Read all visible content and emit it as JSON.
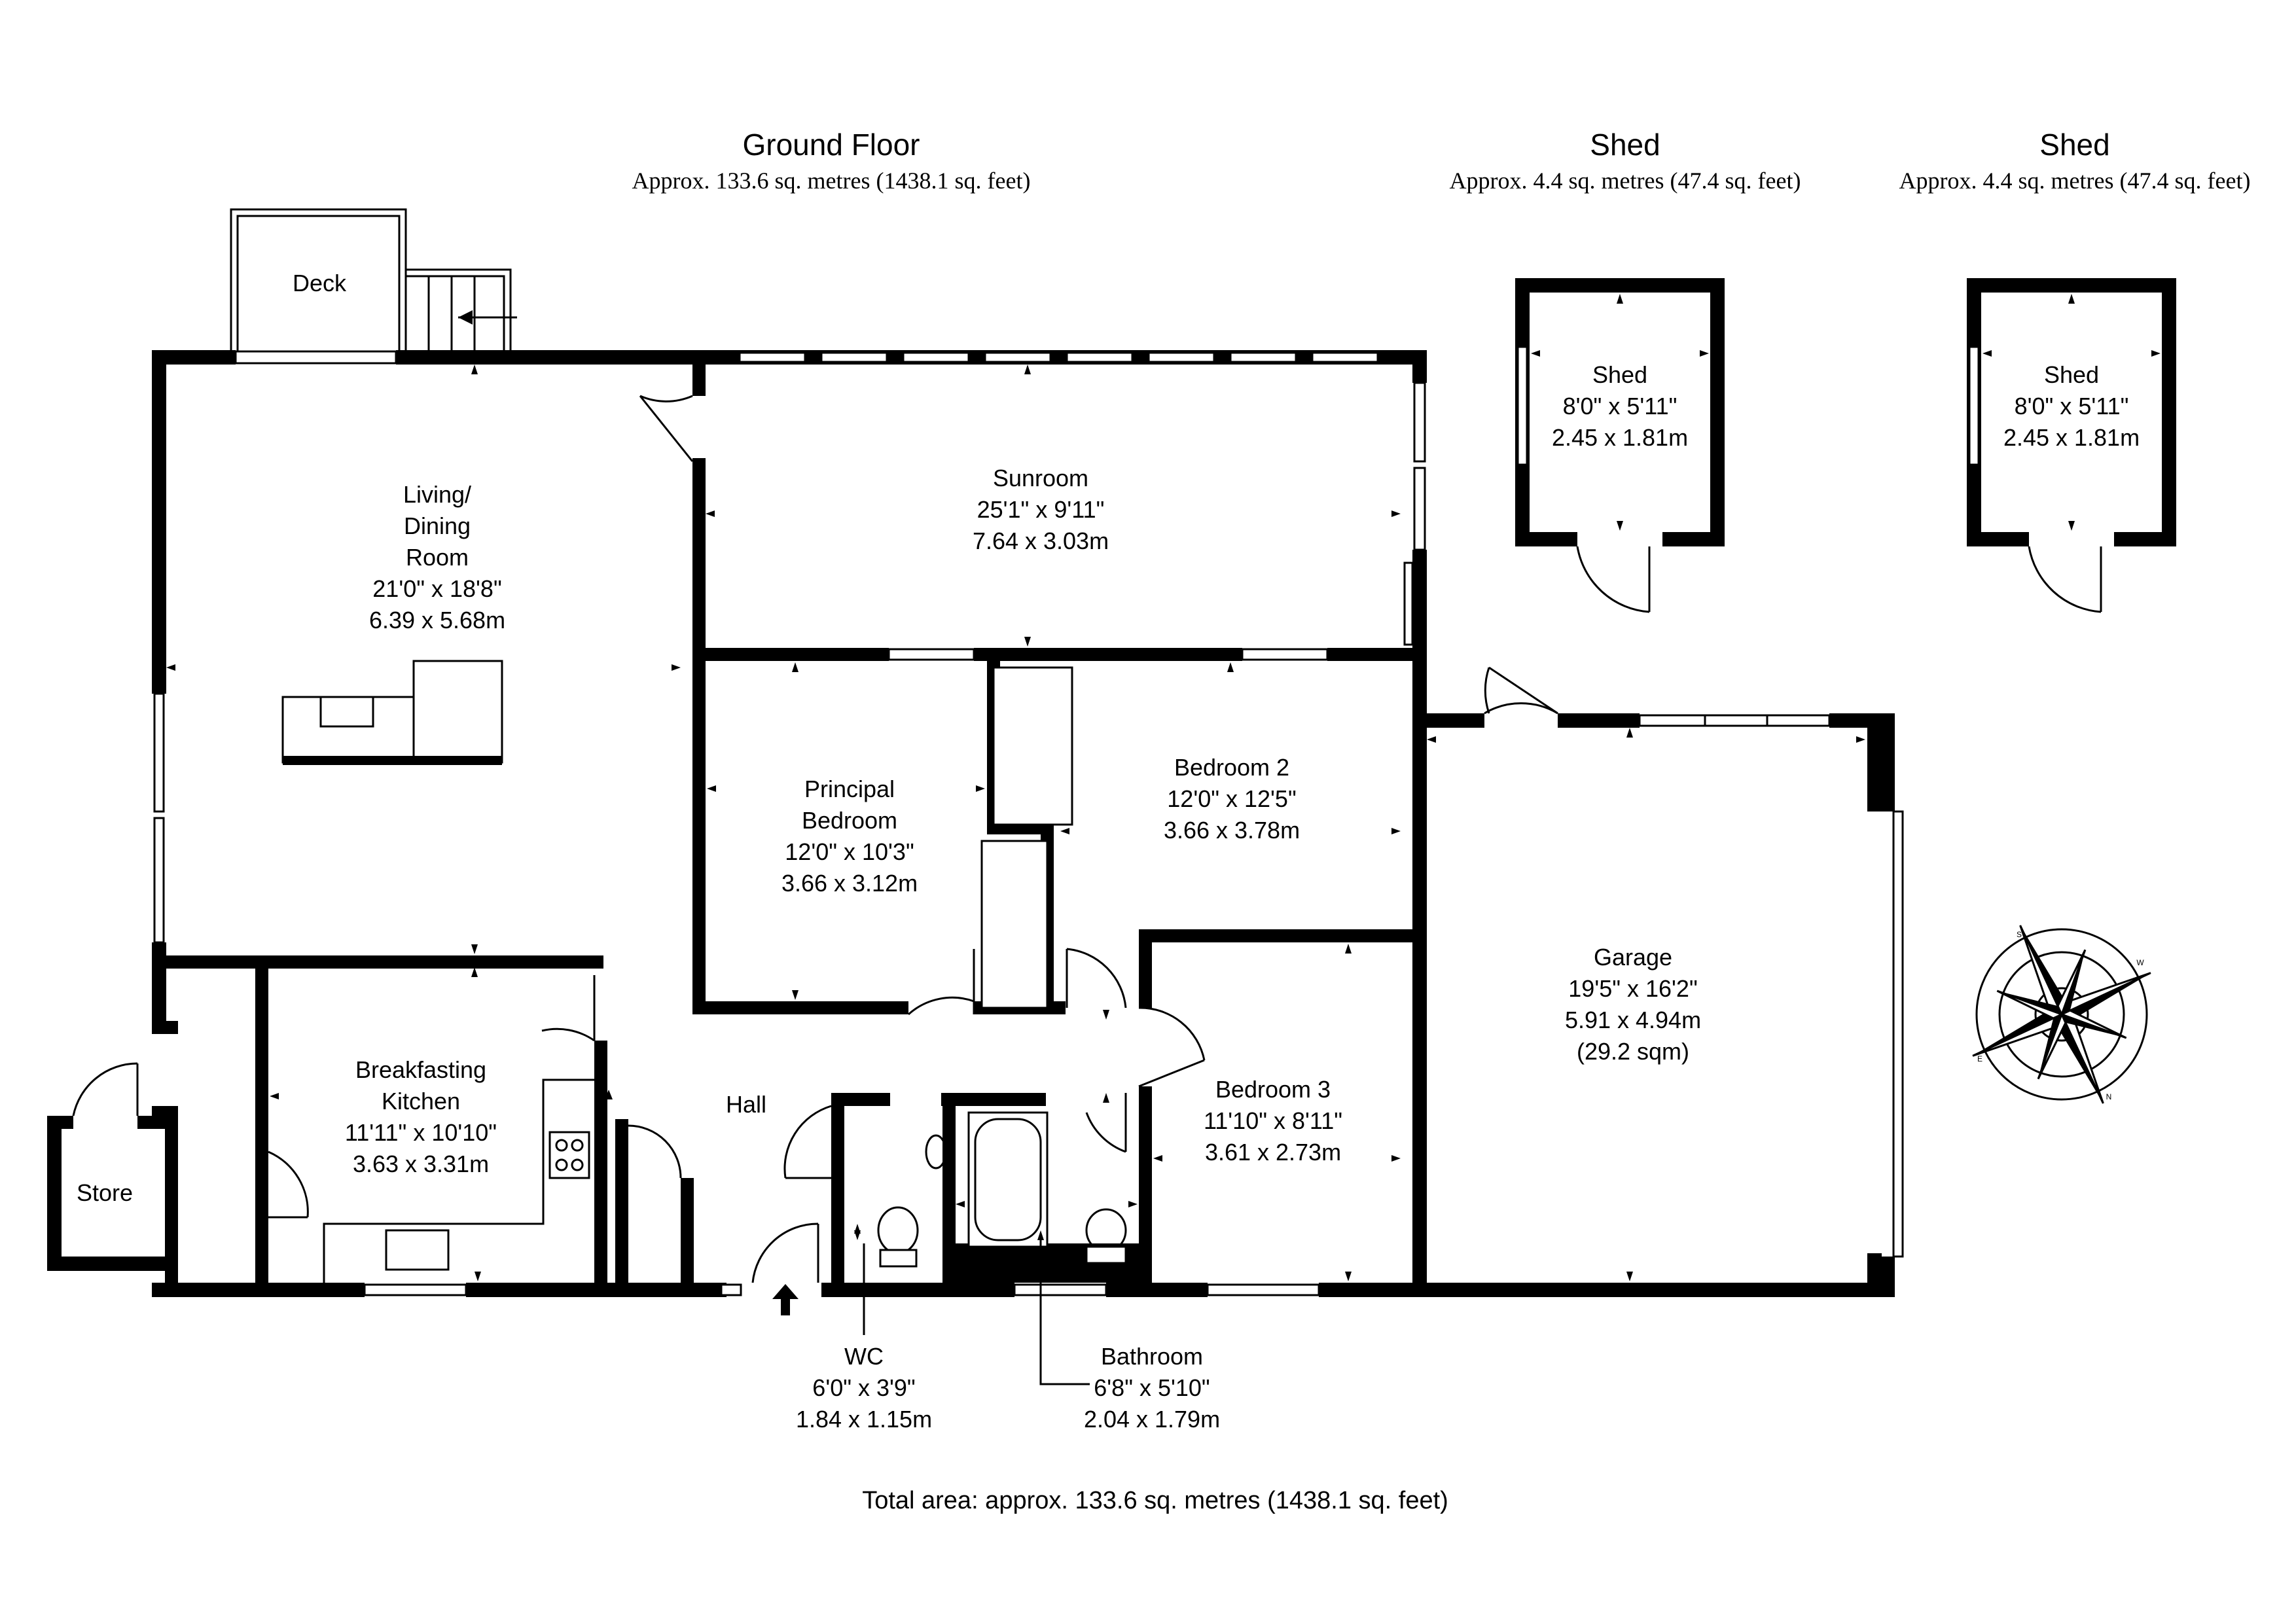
{
  "headers": {
    "ground_floor": {
      "title": "Ground Floor",
      "area": "Approx. 133.6 sq. metres (1438.1 sq. feet)"
    },
    "shed_1": {
      "title": "Shed",
      "area": "Approx. 4.4 sq. metres (47.4 sq. feet)"
    },
    "shed_2": {
      "title": "Shed",
      "area": "Approx. 4.4 sq. metres (47.4 sq. feet)"
    }
  },
  "rooms": {
    "deck": {
      "name": "Deck"
    },
    "living": {
      "name_1": "Living/",
      "name_2": "Dining",
      "name_3": "Room",
      "imperial": "21'0\" x 18'8\"",
      "metric": "6.39 x 5.68m"
    },
    "sunroom": {
      "name": "Sunroom",
      "imperial": "25'1\" x 9'11\"",
      "metric": "7.64 x 3.03m"
    },
    "principal": {
      "name_1": "Principal",
      "name_2": "Bedroom",
      "imperial": "12'0\" x 10'3\"",
      "metric": "3.66 x 3.12m"
    },
    "bedroom2": {
      "name": "Bedroom 2",
      "imperial": "12'0\" x 12'5\"",
      "metric": "3.66 x 3.78m"
    },
    "bedroom3": {
      "name": "Bedroom 3",
      "imperial": "11'10\" x 8'11\"",
      "metric": "3.61 x 2.73m"
    },
    "kitchen": {
      "name_1": "Breakfasting",
      "name_2": "Kitchen",
      "imperial": "11'11\" x 10'10\"",
      "metric": "3.63 x 3.31m"
    },
    "hall": {
      "name": "Hall"
    },
    "store": {
      "name": "Store"
    },
    "wc": {
      "name": "WC",
      "imperial": "6'0\" x 3'9\"",
      "metric": "1.84 x 1.15m"
    },
    "bathroom": {
      "name": "Bathroom",
      "imperial": "6'8\" x 5'10\"",
      "metric": "2.04 x 1.79m"
    },
    "garage": {
      "name": "Garage",
      "imperial": "19'5\" x 16'2\"",
      "metric": "5.91 x 4.94m",
      "sqm": "(29.2 sqm)"
    },
    "shed_1": {
      "name": "Shed",
      "imperial": "8'0\" x 5'11\"",
      "metric": "2.45 x 1.81m"
    },
    "shed_2": {
      "name": "Shed",
      "imperial": "8'0\" x 5'11\"",
      "metric": "2.45 x 1.81m"
    }
  },
  "compass": {
    "labels": [
      "S",
      "W",
      "N",
      "E"
    ]
  },
  "total": "Total area: approx. 133.6 sq. metres (1438.1 sq. feet)"
}
